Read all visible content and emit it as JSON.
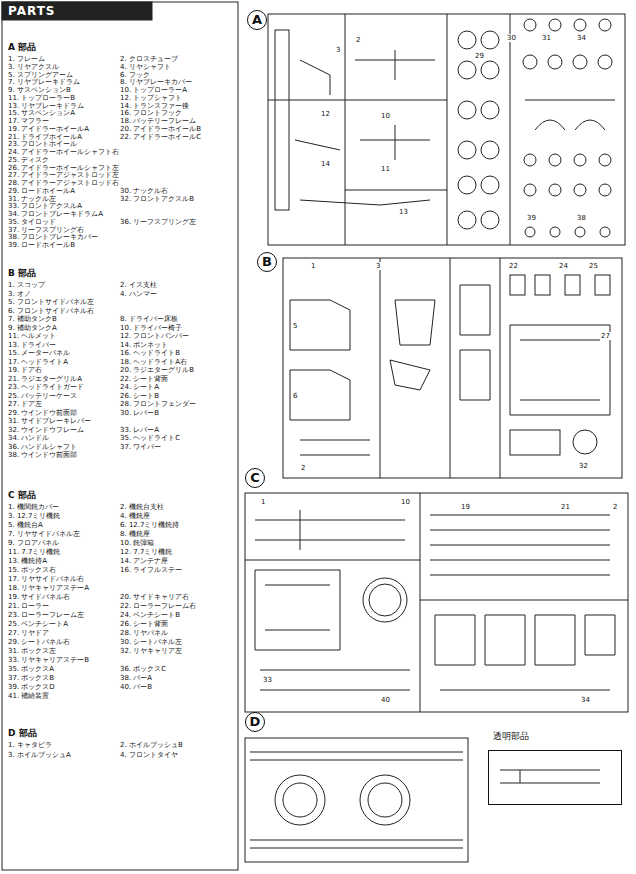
{
  "diagram": {
    "nodes": [
      {
        "text": [
          "A"
        ]
      },
      {
        "text": [
          "B"
        ]
      },
      {
        "text": [
          "C"
        ]
      },
      {
        "text": [
          "D"
        ]
      },
      {
        "text": [
          "透明部品"
        ]
      }
    ],
    "labels": [
      "PARTS",
      "A 部品",
      "1. フレーム",
      "2. クロスチューブ",
      "3. リヤアクスル",
      "4. リヤシャフト",
      "5. スプリングアーム",
      "6. フック",
      "7. リヤブレーキドラム",
      "8. リヤブレーキカバー",
      "9. サスペンションB",
      "10. トップローラーA",
      "11. トップローラーB",
      "12. トップシャフト",
      "13. リヤブレーキドラム",
      "14. トランスファー後",
      "15. サスペンションA",
      "16. フロントフック",
      "17. マフラー",
      "18. バッテリーフレーム",
      "19. アイドラーホイールA",
      "20. アイドラーホイールB",
      "21. ドライブホイールA",
      "22. アイドラーホイールC",
      "23. フロントホイール",
      "24. アイドラーホイールシャフト右",
      "25. ディスク",
      "26. アイドラーホイールシャフト左",
      "27. アイドラーアジャストロッド左",
      "28. アイドラーアジャストロッド右",
      "29. ロードホイールA",
      "30. ナックル右",
      "31. ナックル左",
      "32. フロントアクスルB",
      "33. フロントアクスルA",
      "34. フロントブレーキドラムA",
      "35. タイロッド",
      "36. リーフスプリング左",
      "37. リーフスプリング右",
      "38. フロントブレーキカバー",
      "39. ロードホイールB",
      "B 部品",
      "1. スコップ",
      "2. イス支柱",
      "3. オノ",
      "4. ハンマー",
      "5. フロントサイドパネル左",
      "6. フロントサイドパネル右",
      "7. 補助タンクB",
      "8. ドライバー床板",
      "9. 補助タンクA",
      "10. ドライバー椅子",
      "11. ヘルメット",
      "12. フロントバンパー",
      "13. ドライバー",
      "14. ボンネット",
      "15. メーターパネル",
      "16. ヘッドライトB",
      "17. ヘッドライトA",
      "18. ヘッドライトA右",
      "19. ドア右",
      "20. ラジエターグリルB",
      "21. ラジエターグリルA",
      "22. シート背面",
      "23. ヘッドライトガード",
      "24. シートA",
      "25. バッテリーケース",
      "26. シートB",
      "27. ドア左",
      "28. フロントフェンダー",
      "29. ウインドウ前面部",
      "30. レバーB",
      "31. サイドブレーキレバー",
      "32. ウインドウフレーム",
      "33. レバーA",
      "34. ハンドル",
      "35. ヘッドライトC",
      "36. ハンドルシャフト",
      "37. ワイパー",
      "38. ウインドウ前面部",
      "C 部品",
      "1. 機関銃カバー",
      "2. 機銃台支柱",
      "3. 12.7ミリ機銃",
      "4. 機銃座",
      "5. 機銃台A",
      "6. 12.7ミリ機銃持",
      "7. リヤサイドパネル左",
      "8. 機銃座",
      "9. フロアパネル",
      "10. 銃弾箱",
      "11. 7.7ミリ機銃",
      "12. 7.7ミリ機銃",
      "13. 機銃持A",
      "14. アンテナ座",
      "15. ボックス右",
      "16. ライフルステー",
      "17. リヤサイドパネル右",
      "18. リヤキャリアステーA",
      "19. サイドパネル右",
      "20. サイドキャリア右",
      "21. ローラー",
      "22. ローラーフレーム右",
      "23. ローラーフレーム左",
      "24. ベンチシートB",
      "25. ベンチシートA",
      "26. シート背面",
      "27. リヤドア",
      "28. リヤパネル",
      "29. シートパネル右",
      "30. シートパネル左",
      "31. ボックス左",
      "32. リヤキャリア左",
      "33. リヤキャリアステーB",
      "35. ボックスA",
      "36. ボックスC",
      "37. ボックスB",
      "38. バーA",
      "39. ボックスD",
      "40. バーB",
      "41. 補給装置",
      "D 部品",
      "1. キャタピラ",
      "2. ホイルブッシュB",
      "3. ホイルブッシュA",
      "4. フロントタイヤ",
      "2",
      "3",
      "12",
      "10",
      "14",
      "11",
      "13",
      "29",
      "30",
      "31",
      "34",
      "39",
      "38",
      "1",
      "3",
      "5",
      "6",
      "22",
      "24",
      "25",
      "27",
      "2",
      "32",
      "1",
      "10",
      "19",
      "21",
      "2",
      "33",
      "40",
      "34"
    ]
  }
}
